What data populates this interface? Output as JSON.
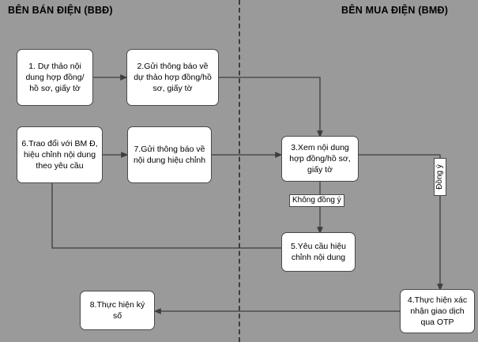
{
  "headers": {
    "left": "BÊN BÁN ĐIỆN (BBĐ)",
    "right": "BÊN MUA ĐIỆN (BMĐ)"
  },
  "nodes": [
    {
      "id": "n1",
      "text": "1. Dự thảo nội dung hợp đồng/ hồ sơ, giấy tờ"
    },
    {
      "id": "n2",
      "text": "2.Gửi thông báo về dự thảo hợp đồng/hồ sơ, giấy tờ"
    },
    {
      "id": "n3",
      "text": "3.Xem nội dung hợp đồng/hồ sơ, giấy tờ"
    },
    {
      "id": "n4",
      "text": "4.Thực hiện xác nhận giao dịch qua OTP"
    },
    {
      "id": "n5",
      "text": "5.Yêu cầu hiệu chỉnh nội dung"
    },
    {
      "id": "n6",
      "text": "6.Trao đổi với BM Đ, hiệu chỉnh nội dung theo yêu cầu"
    },
    {
      "id": "n7",
      "text": "7.Gửi thông báo về nội dung hiệu chỉnh"
    },
    {
      "id": "n8",
      "text": "8.Thực hiện ký số"
    }
  ],
  "edge_labels": {
    "agree": "Đồng ý",
    "disagree": "Không đồng ý"
  },
  "colors": {
    "background": "#9a9a9a",
    "node_fill": "#ffffff",
    "line": "#3d3d3d"
  }
}
